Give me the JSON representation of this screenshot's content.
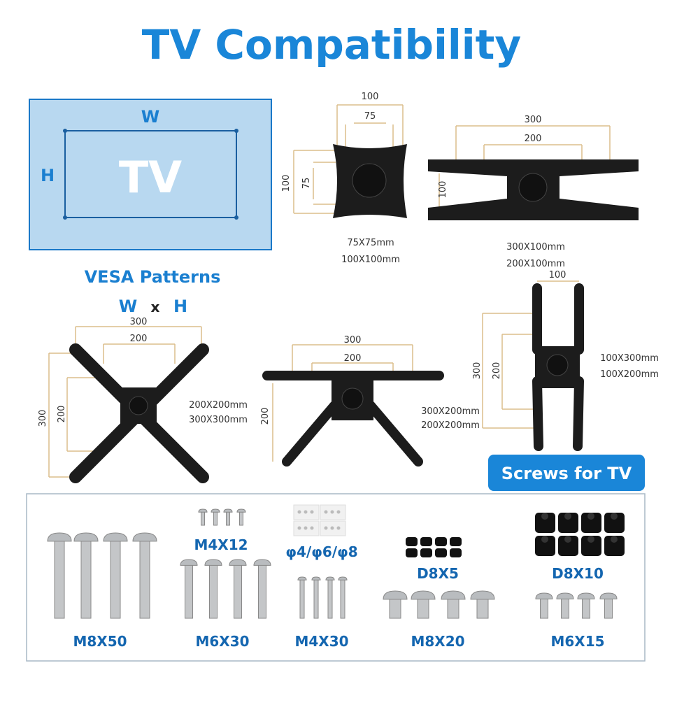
{
  "title": "TV Compatibility",
  "tv_diagram": {
    "w": "W",
    "h": "H",
    "tv": "TV"
  },
  "vesa": {
    "title": "VESA Patterns",
    "w": "W",
    "x": "x",
    "h": "H"
  },
  "plates": [
    {
      "dims": [
        "100",
        "75",
        "100",
        "75"
      ],
      "labels": [
        "75X75mm",
        "100X100mm"
      ]
    },
    {
      "dims": [
        "300",
        "200",
        "100"
      ],
      "labels": [
        "300X100mm",
        "200X100mm"
      ]
    },
    {
      "dims": [
        "300",
        "200",
        "300",
        "200"
      ],
      "labels": [
        "200X200mm",
        "300X300mm"
      ]
    },
    {
      "dims": [
        "300",
        "200",
        "200"
      ],
      "labels": [
        "300X200mm",
        "200X200mm"
      ]
    },
    {
      "dims": [
        "100",
        "300",
        "200"
      ],
      "labels": [
        "100X300mm",
        "100X200mm"
      ]
    }
  ],
  "screws": {
    "button_label": "Screws for TV",
    "items": [
      "M8X50",
      "M4X12",
      "M6X30",
      "φ4/φ6/φ8",
      "M4X30",
      "D8X5",
      "M8X20",
      "D8X10",
      "M6X15"
    ]
  },
  "colors": {
    "brand": "#1a86d8",
    "tv_fill": "#b8d8f0",
    "dimension": "#dcbd8c"
  }
}
